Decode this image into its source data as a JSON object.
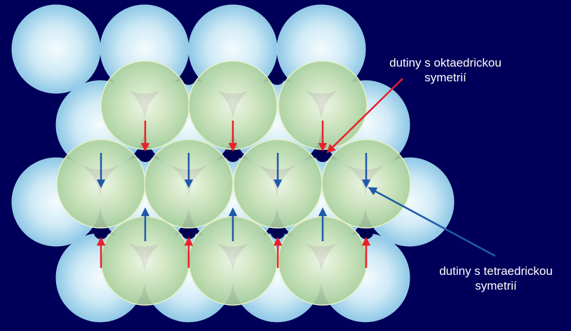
{
  "labels": {
    "octahedral": {
      "line1": "dutiny s oktaedrickou",
      "line2": "symetrií"
    },
    "tetrahedral": {
      "line1": "dutiny s tetraedrickou",
      "line2": "symetrií"
    }
  },
  "colors": {
    "background": "#00005a",
    "bottom_layer_sphere": "#bfe3f2",
    "top_layer_sphere": "#c8deb0",
    "void_dark": "#000050",
    "octahedral_arrow": "#e8202a",
    "tetrahedral_arrow": "#1f5aa8",
    "pointer_line_octahedral": "#e8202a",
    "pointer_line_tetrahedral": "#1f5aa8",
    "label_text": "#ffffff"
  }
}
